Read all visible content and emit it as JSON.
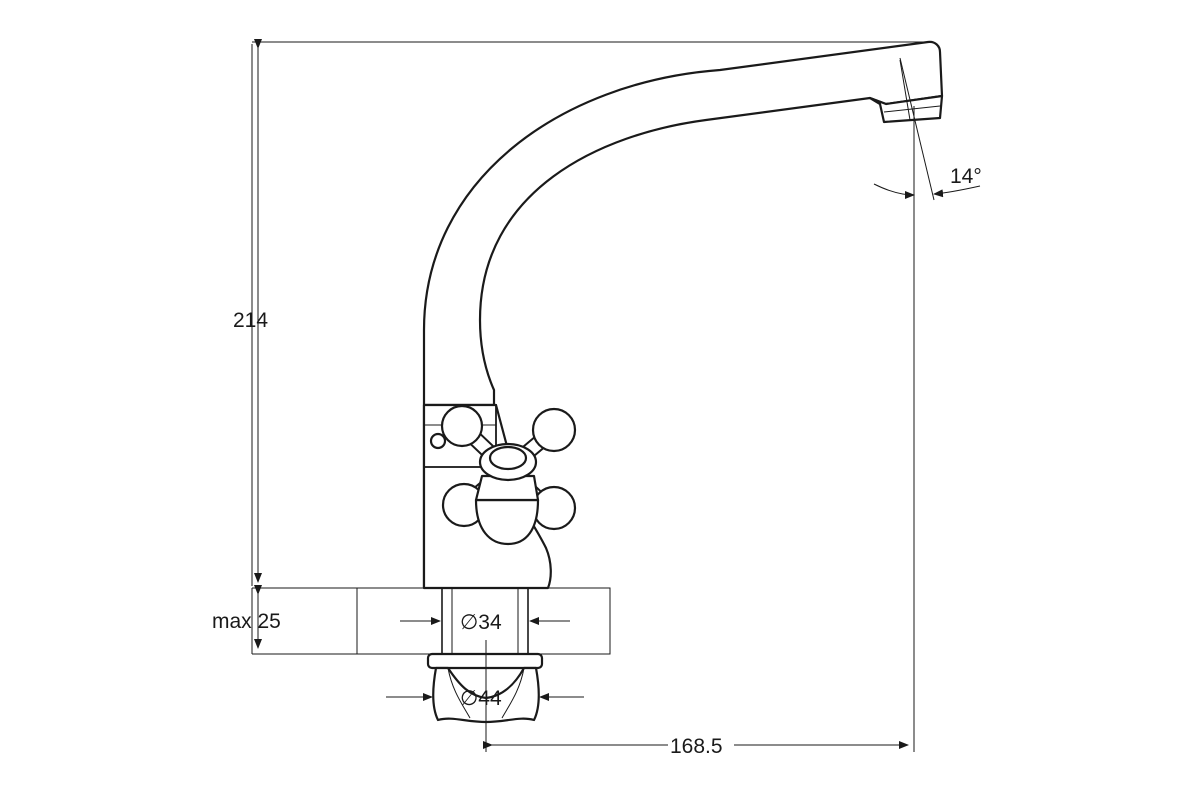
{
  "dimensions": {
    "height_total": "214",
    "max_thickness": "max 25",
    "hole_diameter": "∅34",
    "nut_diameter": "∅44",
    "reach": "168.5",
    "spout_angle": "14°"
  }
}
